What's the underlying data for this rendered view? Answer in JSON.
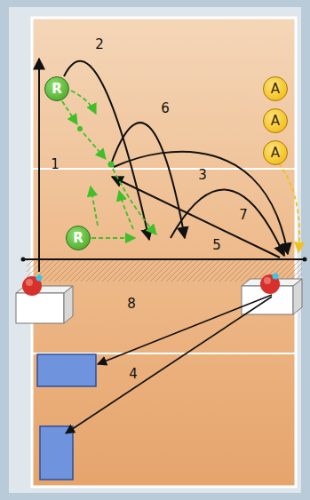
{
  "diagram": {
    "nodes": [
      {
        "text": [
          "R"
        ]
      },
      {
        "text": [
          "A"
        ]
      },
      {
        "text": [
          "A"
        ]
      },
      {
        "text": [
          "A"
        ]
      },
      {
        "text": [
          "R"
        ]
      }
    ],
    "labels": [
      "1",
      "2",
      "3",
      "4",
      "5",
      "6",
      "7",
      "8"
    ]
  }
}
